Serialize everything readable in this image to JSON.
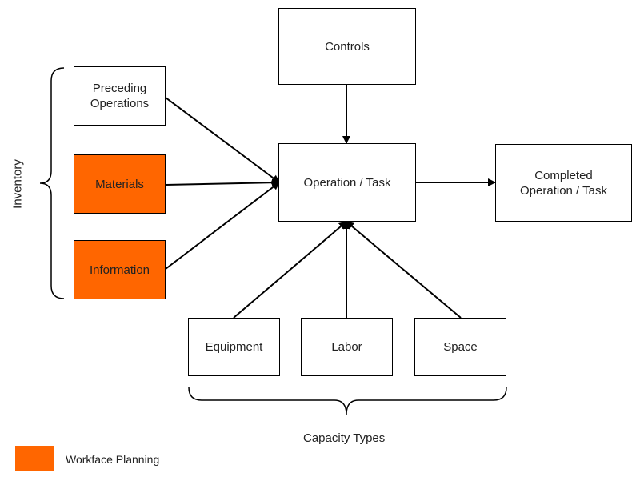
{
  "colors": {
    "highlight": "#ff6600",
    "border": "#000000",
    "background": "#ffffff"
  },
  "nodes": {
    "controls": "Controls",
    "preceding_operations": "Preceding\nOperations",
    "materials": "Materials",
    "information": "Information",
    "operation_task": "Operation / Task",
    "completed_operation": "Completed\nOperation / Task",
    "equipment": "Equipment",
    "labor": "Labor",
    "space": "Space"
  },
  "groups": {
    "inventory": "Inventory",
    "capacity_types": "Capacity Types"
  },
  "legend": {
    "workforce_planning": "Workface Planning"
  }
}
